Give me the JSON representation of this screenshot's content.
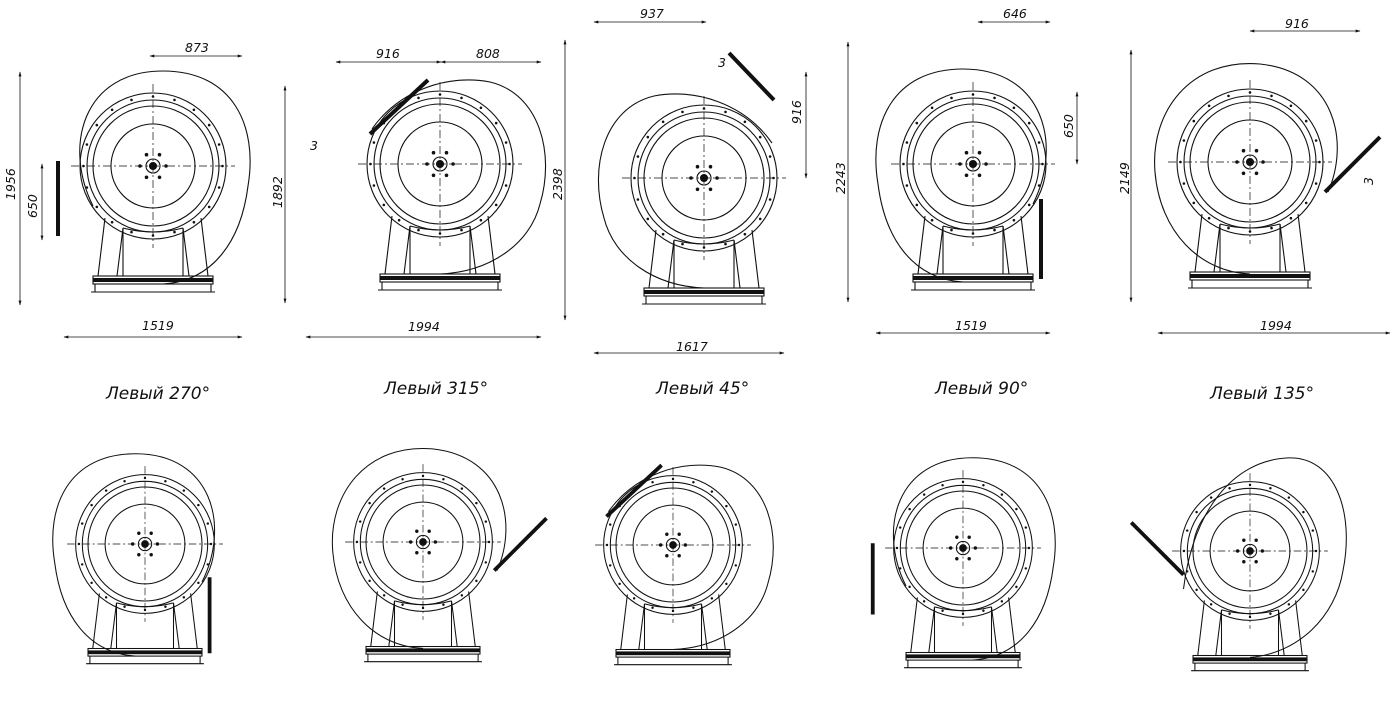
{
  "captions": [
    "Левый 270°",
    "Левый 315°",
    "Левый 45°",
    "Левый 90°",
    "Левый 135°"
  ],
  "views": [
    {
      "variant": "Левый 270°",
      "outlet_angle_deg": 270,
      "dimensions": {
        "top": "873",
        "bottom": "1519",
        "left_outer": "1956",
        "left_inner": "650"
      }
    },
    {
      "variant": "Левый 315°",
      "outlet_angle_deg": 315,
      "dimensions": {
        "top_left": "916",
        "top_right": "808",
        "bottom": "1994",
        "left_outer": "1892",
        "small": "3"
      }
    },
    {
      "variant": "Левый 45°",
      "outlet_angle_deg": 45,
      "dimensions": {
        "top": "937",
        "small": "3",
        "right": "916",
        "left_outer": "2398",
        "bottom": "1617"
      }
    },
    {
      "variant": "Левый 90°",
      "outlet_angle_deg": 90,
      "dimensions": {
        "top": "646",
        "right": "650",
        "left_outer": "2243",
        "bottom": "1519"
      }
    },
    {
      "variant": "Левый 135°",
      "outlet_angle_deg": 135,
      "dimensions": {
        "top": "916",
        "left_outer": "2149",
        "small": "3",
        "bottom": "1994"
      }
    }
  ],
  "line_color": "#111111"
}
